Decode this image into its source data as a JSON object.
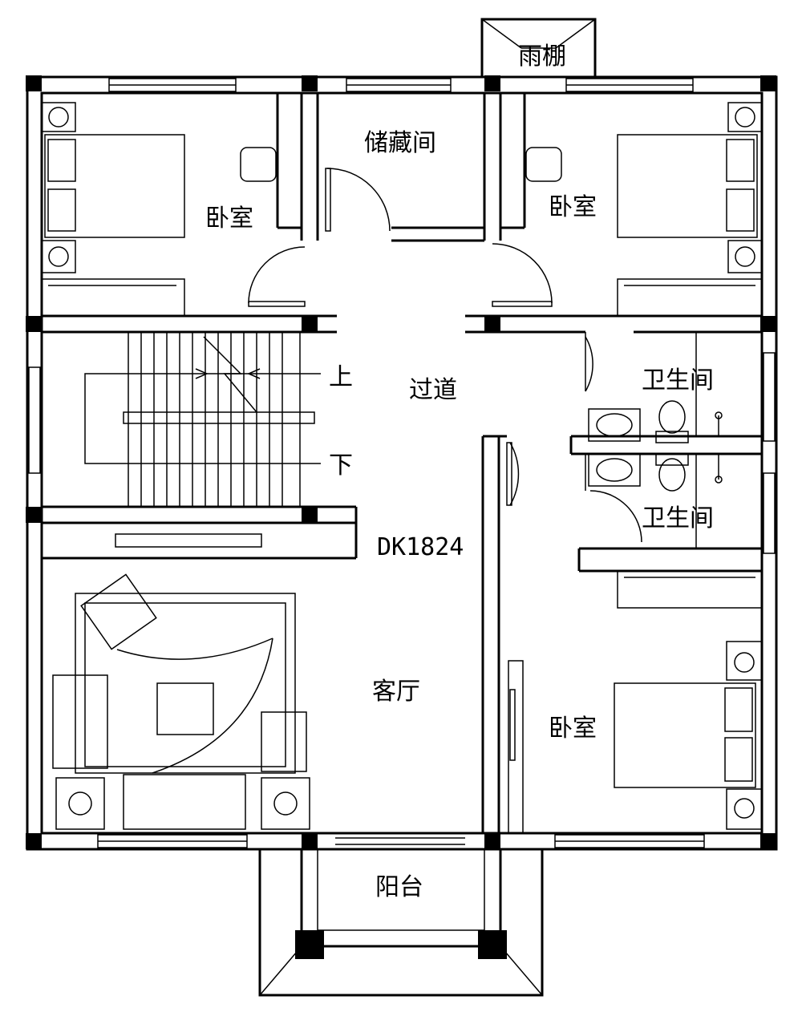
{
  "rooms": {
    "canopy": "雨棚",
    "storage": "储藏间",
    "bedroom_nw": "卧室",
    "bedroom_ne": "卧室",
    "corridor": "过道",
    "bath_upper": "卫生间",
    "bath_lower": "卫生间",
    "living": "客厅",
    "bedroom_se": "卧室",
    "balcony": "阳台"
  },
  "stairs": {
    "up": "上",
    "down": "下"
  },
  "plan_code": "DK1824",
  "colors": {
    "line": "#000000",
    "background": "#ffffff"
  }
}
